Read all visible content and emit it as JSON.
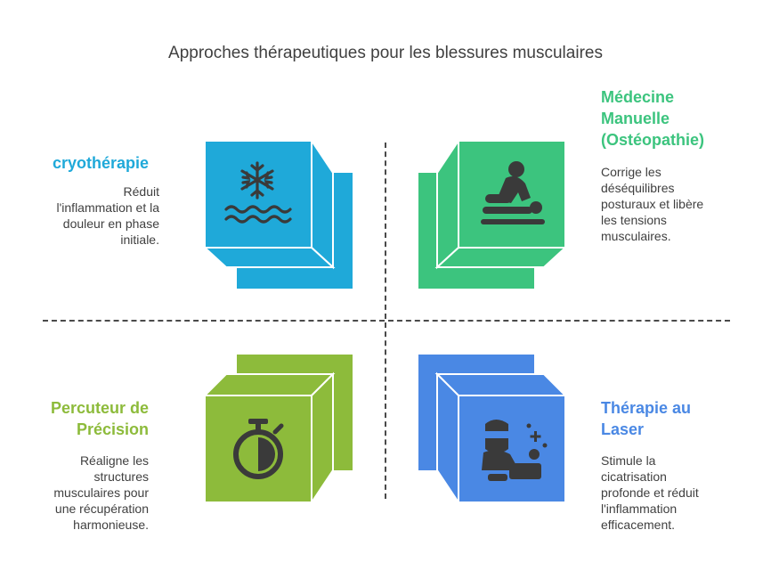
{
  "title": "Approches thérapeutiques pour les blessures musculaires",
  "quadrants": [
    {
      "heading": "cryothérapie",
      "description": "Réduit\nl'inflammation et la\ndouleur en phase\ninitiale.",
      "color": "#1FA9D9",
      "icon": "snowflake-water-icon"
    },
    {
      "heading": "Médecine\nManuelle\n(Ostéopathie)",
      "description": "Corrige les\ndéséquilibres\nposturaux et libère\nles tensions\nmusculaires.",
      "color": "#3CC47E",
      "icon": "massage-icon"
    },
    {
      "heading": "Percuteur de\nPrécision",
      "description": "Réaligne les\nstructures\nmusculaires pour\nune récupération\nharmonieuse.",
      "color": "#8DBB3B",
      "icon": "stopwatch-icon"
    },
    {
      "heading": "Thérapie au\nLaser",
      "description": "Stimule la\ncicatrisation\nprofonde et réduit\nl'inflammation\nefficacement.",
      "color": "#4A88E4",
      "icon": "laser-therapist-icon"
    }
  ]
}
